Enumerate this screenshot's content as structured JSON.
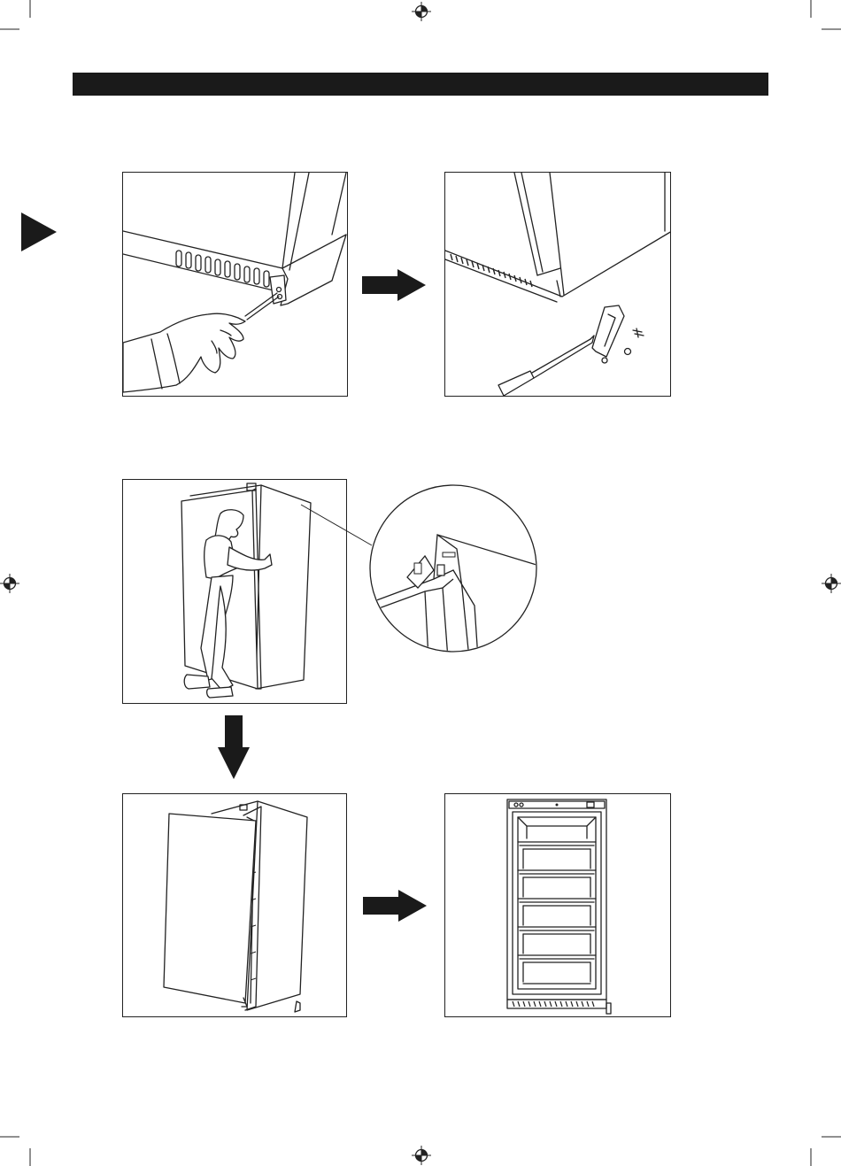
{
  "header": {
    "title": ""
  },
  "colors": {
    "ink": "#1a1a1a",
    "paper": "#ffffff"
  },
  "icons": {
    "registration": "registration-mark-icon",
    "pointer": "triangle-pointer-icon",
    "arrow": "arrow-icon"
  },
  "steps": [
    {
      "id": "step-1",
      "description_hidden": true
    },
    {
      "id": "step-2"
    },
    {
      "id": "step-3"
    },
    {
      "id": "step-4"
    },
    {
      "id": "step-5"
    }
  ]
}
